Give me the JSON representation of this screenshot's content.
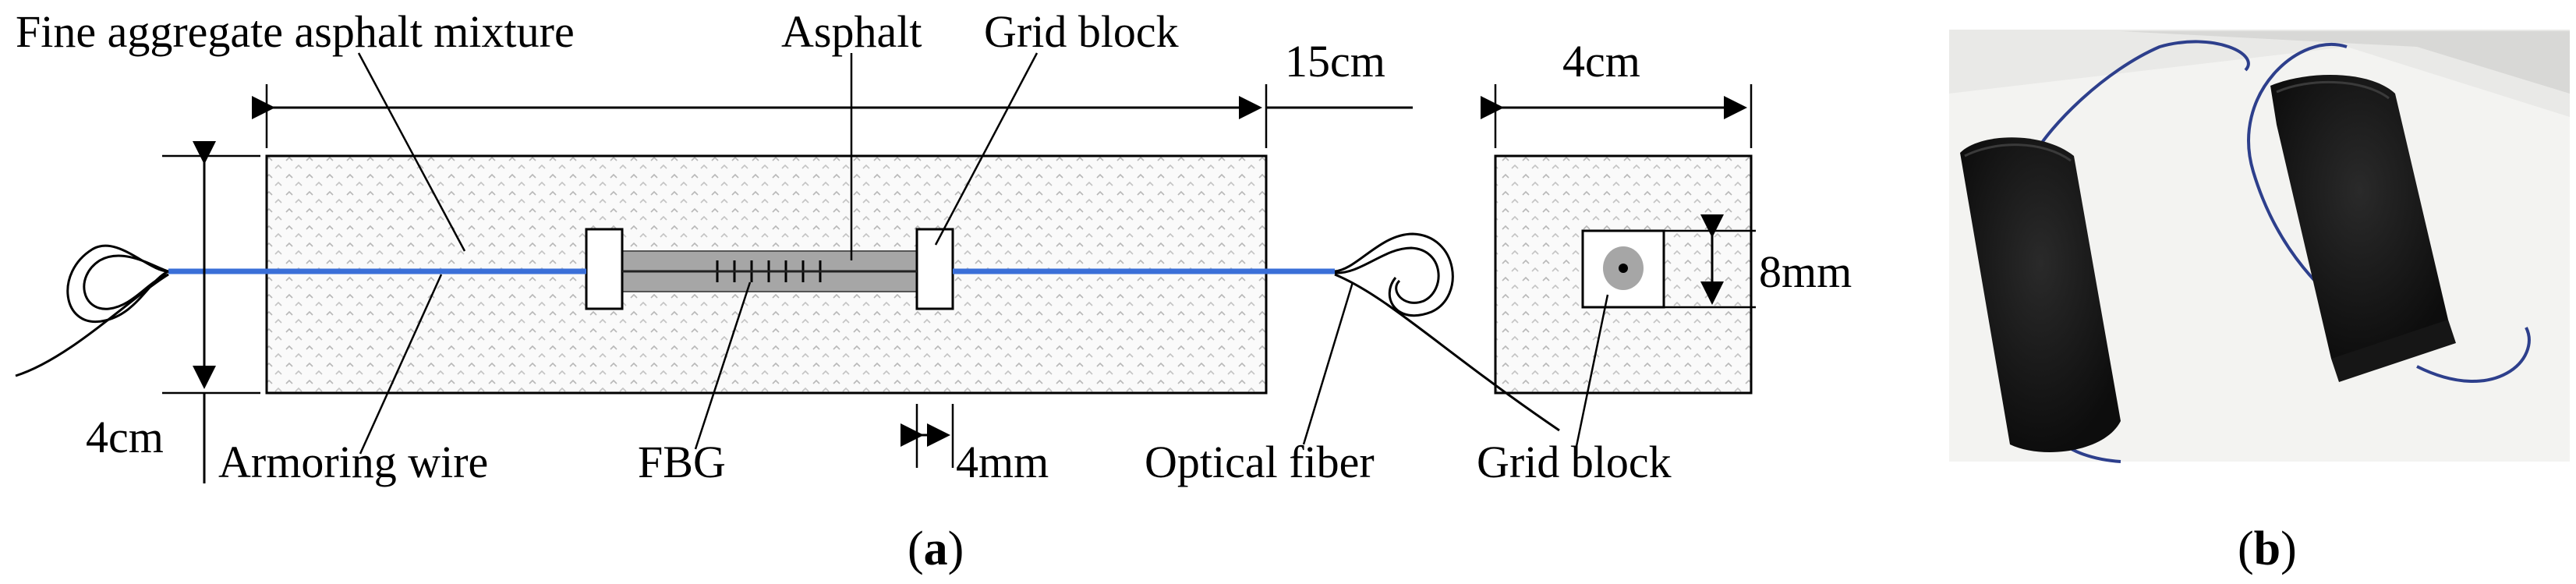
{
  "diagram": {
    "labels": {
      "fine_aggregate": "Fine aggregate asphalt mixture",
      "asphalt": "Asphalt",
      "grid_block_top": "Grid block",
      "length": "15cm",
      "width": "4cm",
      "height": "4cm",
      "grid_size": "8mm",
      "armoring_wire": "Armoring wire",
      "fbg": "FBG",
      "gap": "4mm",
      "optical_fiber": "Optical fiber",
      "grid_block_bottom": "Grid block"
    },
    "panel_a": {
      "paren_open": "(",
      "letter": "a",
      "paren_close": ")"
    },
    "panel_b": {
      "paren_open": "(",
      "letter": "b",
      "paren_close": ")"
    }
  },
  "colors": {
    "fiber": "#3a6fd8",
    "asphalt_bar": "#a6a6a6",
    "specimen_fill": "#f4f4f4",
    "photo_background": "#e9e9e7",
    "specimen_dark": "#1b1b1b"
  },
  "photo": {
    "description_icon": "photo-of-two-asphalt-specimens"
  }
}
